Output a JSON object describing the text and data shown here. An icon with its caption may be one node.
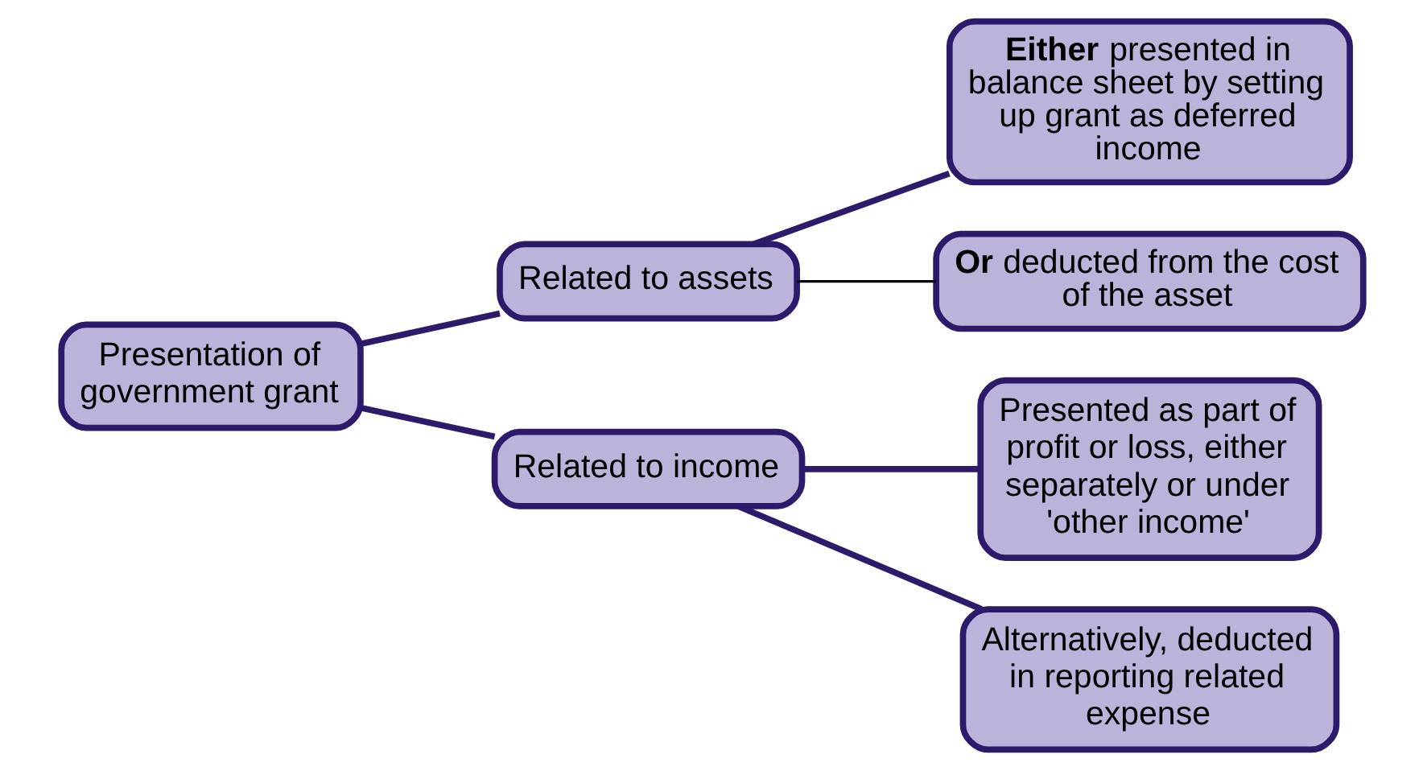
{
  "diagram": {
    "nodes": [
      {
        "text": [
          "Presentation of government grant"
        ]
      },
      {
        "text": [
          "Related to assets"
        ]
      },
      {
        "text": [
          "**Either** presented in balance sheet by setting up grant as deferred income"
        ]
      },
      {
        "text": [
          "**Or** deducted from the cost of the asset"
        ]
      },
      {
        "text": [
          "Related to income"
        ]
      },
      {
        "text": [
          "Presented as part of profit or loss, either separately or under 'other income'"
        ]
      },
      {
        "text": [
          "Alternatively, deducted in reporting related expense"
        ]
      }
    ],
    "edges": [
      {
        "from": 0,
        "to": 1,
        "arrow": "none"
      },
      {
        "from": 0,
        "to": 4,
        "arrow": "none"
      },
      {
        "from": 1,
        "to": 2,
        "arrow": "none"
      },
      {
        "from": 1,
        "to": 3,
        "arrow": "none",
        "color": "#000000"
      },
      {
        "from": 4,
        "to": 5,
        "arrow": "none"
      },
      {
        "from": 4,
        "to": 6,
        "arrow": "none"
      }
    ]
  }
}
